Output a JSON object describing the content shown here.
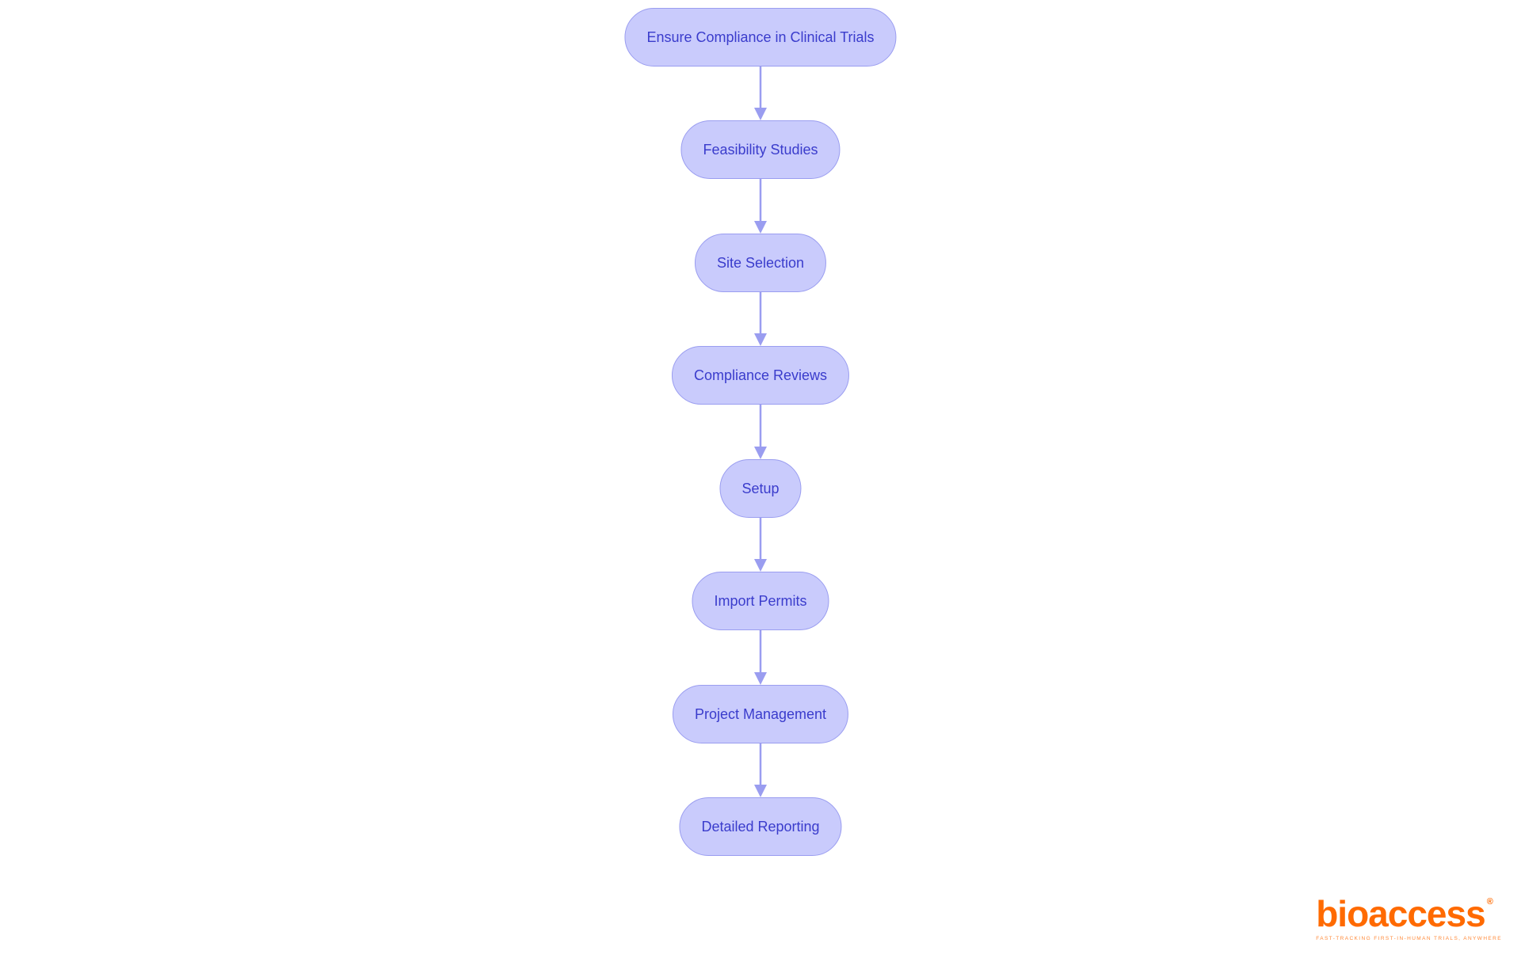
{
  "diagram": {
    "nodes": [
      {
        "label": "Ensure Compliance in Clinical Trials"
      },
      {
        "label": "Feasibility Studies"
      },
      {
        "label": "Site Selection"
      },
      {
        "label": "Compliance Reviews"
      },
      {
        "label": "Setup"
      },
      {
        "label": "Import Permits"
      },
      {
        "label": "Project Management"
      },
      {
        "label": "Detailed Reporting"
      }
    ],
    "colors": {
      "node_fill": "#c9cbfc",
      "node_border": "#9a9df0",
      "text": "#3a3ccc",
      "edge": "#9a9df0"
    }
  },
  "logo": {
    "word": "bioaccess",
    "registered": "®",
    "tagline": "FAST-TRACKING FIRST-IN-HUMAN TRIALS, ANYWHERE",
    "color": "#ff6a00"
  }
}
